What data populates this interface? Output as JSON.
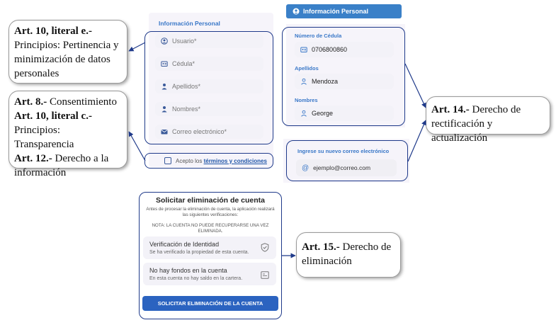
{
  "notes": {
    "n1": {
      "lines": [
        {
          "b": "Art. 10, literal e.-",
          "t": ""
        },
        {
          "b": "",
          "t": "Principios: Pertinencia y"
        },
        {
          "b": "",
          "t": "minimización de datos"
        },
        {
          "b": "",
          "t": "personales"
        }
      ]
    },
    "n2": {
      "lines": [
        {
          "b": "Art. 8.-",
          "t": " Consentimiento"
        },
        {
          "b": "Art. 10, literal c.-",
          "t": ""
        },
        {
          "b": "",
          "t": "Principios: Transparencia"
        },
        {
          "b": "Art. 12.-",
          "t": " Derecho a la"
        },
        {
          "b": "",
          "t": "información"
        }
      ]
    },
    "n3": {
      "lines": [
        {
          "b": "Art. 14.-",
          "t": " Derecho de"
        },
        {
          "b": "",
          "t": "rectificación y actualización"
        }
      ]
    },
    "n4": {
      "lines": [
        {
          "b": "Art. 15.-",
          "t": " Derecho de"
        },
        {
          "b": "",
          "t": "eliminación"
        }
      ]
    }
  },
  "register": {
    "title": "Información Personal",
    "fields": [
      "Usuario*",
      "Cédula*",
      "Apellidos*",
      "Nombres*",
      "Correo electrónico*"
    ],
    "terms_prefix": "Acepto los ",
    "terms_link": "términos y condiciones"
  },
  "profile": {
    "header": "Información Personal",
    "cedula_label": "Número de Cédula",
    "cedula_value": "0706800860",
    "apellidos_label": "Apellidos",
    "apellidos_value": "Mendoza",
    "nombres_label": "Nombres",
    "nombres_value": "George",
    "email_label": "Ingrese su nuevo correo electrónico",
    "email_placeholder": "ejemplo@correo.com"
  },
  "deletion": {
    "title": "Solicitar eliminación de cuenta",
    "desc1": "Antes de procesar la eliminación de cuenta, la aplicación realizará",
    "desc2": "las siguientes verificaciones:",
    "note1": "NOTA: LA CUENTA NO PUEDE RECUPERARSE UNA VEZ",
    "note2": "ELIMINADA.",
    "check1_title": "Verificación de Identidad",
    "check1_desc": "Se ha verificado la propiedad de esta cuenta.",
    "check2_title": "No hay fondos en la cuenta",
    "check2_desc": "En esta cuenta no hay saldo en la cartera.",
    "button": "SOLICITAR ELIMINACIÓN DE LA CUENTA"
  },
  "colors": {
    "navy": "#1f3a8a",
    "blue": "#3a78c8",
    "button": "#2b63c0"
  }
}
